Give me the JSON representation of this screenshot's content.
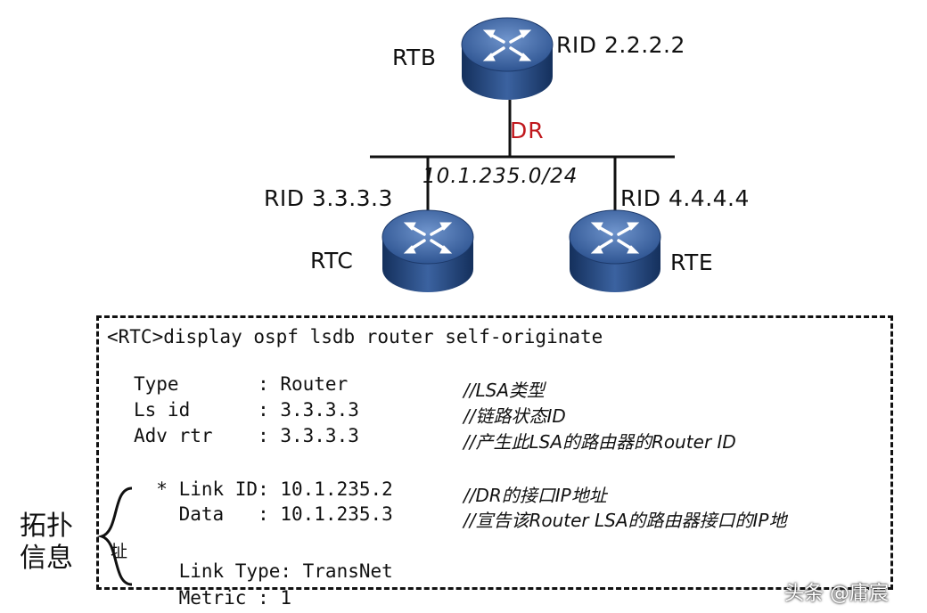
{
  "routers": {
    "rtb": {
      "name": "RTB",
      "rid": "RID 2.2.2.2"
    },
    "rtc": {
      "name": "RTC",
      "rid": "RID 3.3.3.3"
    },
    "rte": {
      "name": "RTE",
      "rid": "RID 4.4.4.4"
    }
  },
  "network": {
    "role": "DR",
    "subnet": "10.1.235.0/24"
  },
  "console": {
    "command": "<RTC>display ospf lsdb router self-originate",
    "rows": [
      {
        "field": "Type       : Router",
        "comment": "//LSA类型"
      },
      {
        "field": "Ls id      : 3.3.3.3",
        "comment": "//链路状态ID"
      },
      {
        "field": "Adv rtr    : 3.3.3.3",
        "comment": "//产生此LSA的路由器的Router ID"
      },
      {
        "field": "  * Link ID: 10.1.235.2",
        "comment": "//DR的接口IP地址"
      },
      {
        "field": "    Data   : 10.1.235.3",
        "comment": "//宣告该Router LSA的路由器接口的IP地"
      },
      {
        "field": "    Link Type: TransNet",
        "comment": ""
      },
      {
        "field": "    Metric : 1",
        "comment": ""
      }
    ]
  },
  "side_note": {
    "line1": "拓扑",
    "line2": "信息",
    "overflow": "址"
  },
  "watermark": "头条 @庸宸"
}
